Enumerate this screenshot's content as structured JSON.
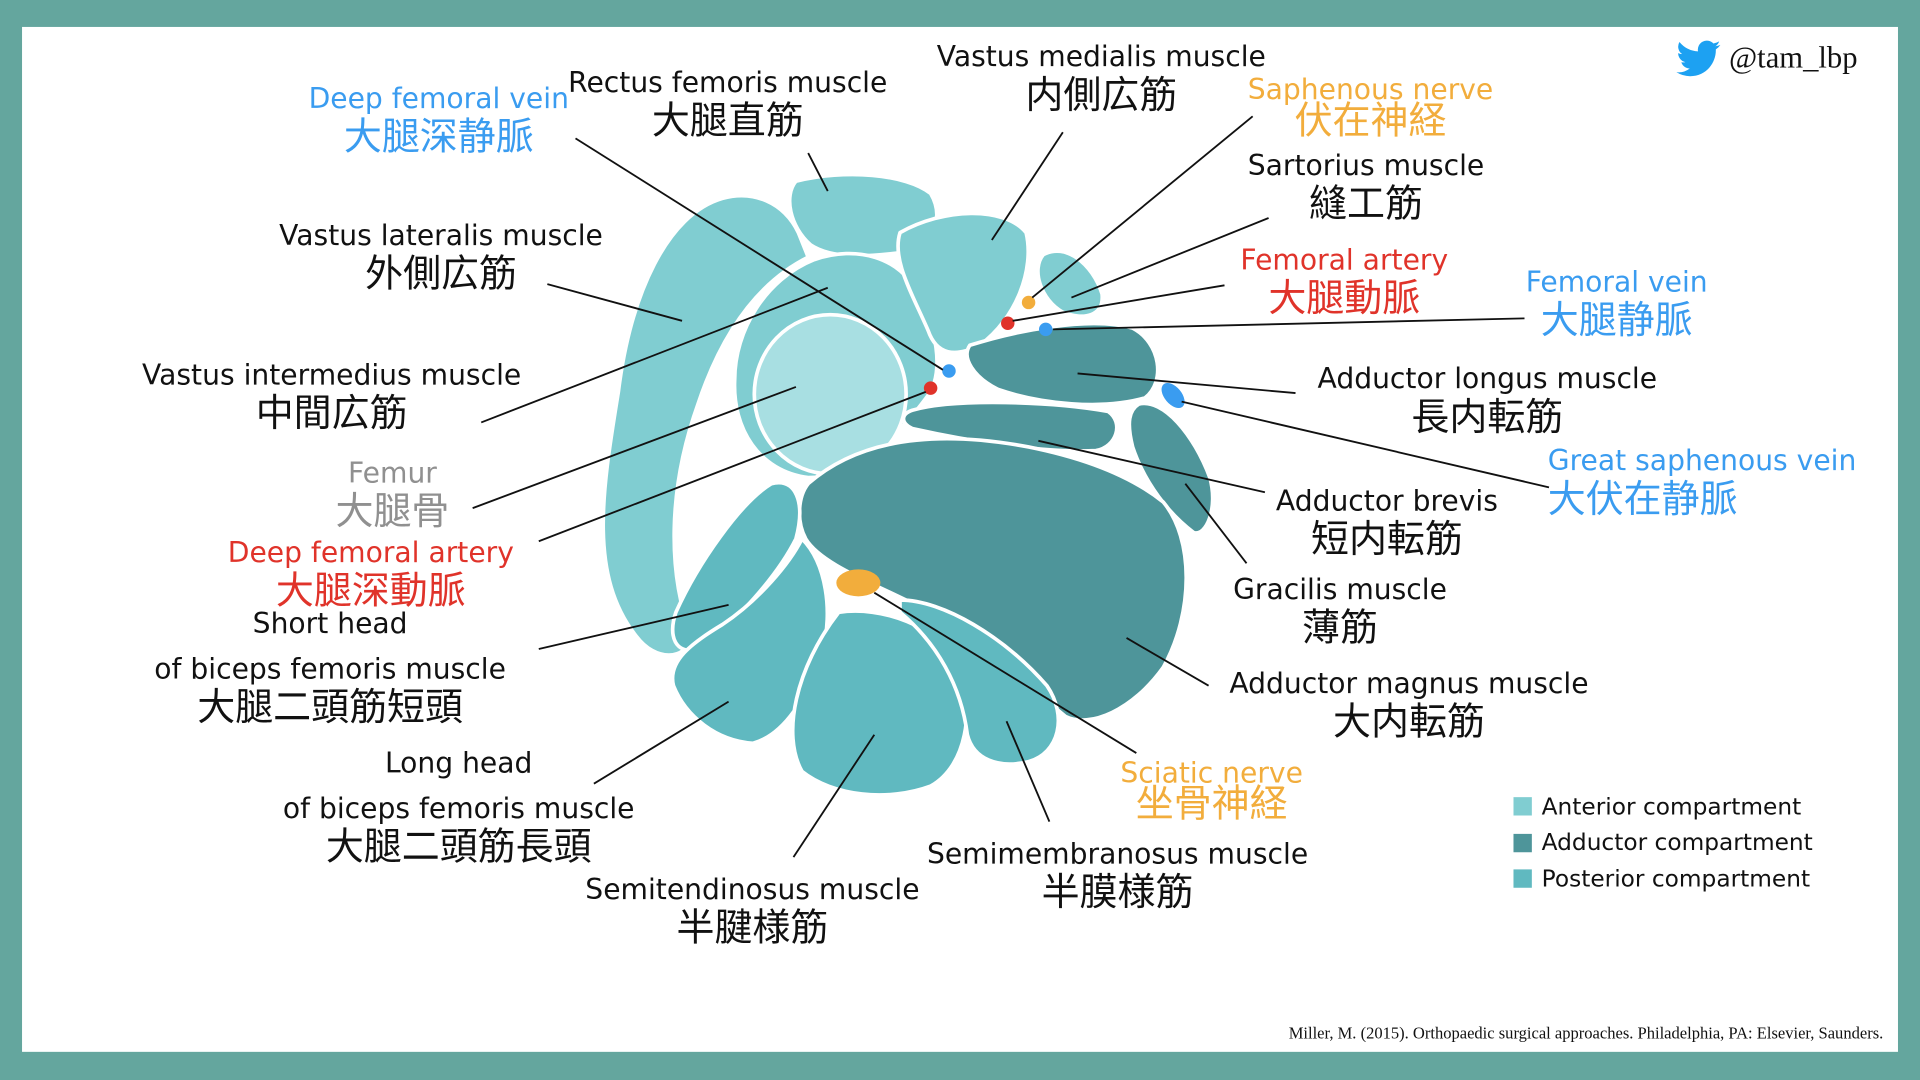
{
  "colors": {
    "anterior": "#80cdd1",
    "adductor": "#4e959a",
    "posterior": "#60b9c0",
    "femur": "#a8dfe2",
    "nerve": "#f2ad3c",
    "artery": "#e0332a",
    "vein": "#3a9cf0",
    "frame": "#64a69e"
  },
  "handle": "@tam_lbp",
  "labels": {
    "deep_femoral_vein": {
      "en": "Deep femoral vein",
      "ja": "大腿深静脈"
    },
    "rectus_femoris": {
      "en": "Rectus femoris muscle",
      "ja": "大腿直筋"
    },
    "vastus_medialis": {
      "en": "Vastus medialis muscle",
      "ja": "内側広筋"
    },
    "saphenous_nerve": {
      "en": "Saphenous nerve",
      "ja": "伏在神経"
    },
    "sartorius": {
      "en": "Sartorius muscle",
      "ja": "縫工筋"
    },
    "femoral_artery": {
      "en": "Femoral artery",
      "ja": "大腿動脈"
    },
    "femoral_vein": {
      "en": "Femoral vein",
      "ja": "大腿静脈"
    },
    "vastus_lateralis": {
      "en": "Vastus lateralis muscle",
      "ja": "外側広筋"
    },
    "vastus_intermedius": {
      "en": "Vastus intermedius muscle",
      "ja": "中間広筋"
    },
    "femur": {
      "en": "Femur",
      "ja": "大腿骨"
    },
    "deep_femoral_artery": {
      "en": "Deep femoral artery",
      "ja": "大腿深動脈"
    },
    "biceps_short": {
      "en1": "Short head",
      "en2": "of biceps femoris muscle",
      "ja": "大腿二頭筋短頭"
    },
    "biceps_long": {
      "en1": "Long head",
      "en2": "of biceps femoris muscle",
      "ja": "大腿二頭筋長頭"
    },
    "semitendinosus": {
      "en": "Semitendinosus muscle",
      "ja": "半腱様筋"
    },
    "semimembranosus": {
      "en": "Semimembranosus muscle",
      "ja": "半膜様筋"
    },
    "sciatic_nerve": {
      "en": "Sciatic nerve",
      "ja": "坐骨神経"
    },
    "adductor_magnus": {
      "en": "Adductor magnus muscle",
      "ja": "大内転筋"
    },
    "gracilis": {
      "en": "Gracilis muscle",
      "ja": "薄筋"
    },
    "adductor_brevis": {
      "en": "Adductor brevis",
      "ja": "短内転筋"
    },
    "great_saphenous_vein": {
      "en": "Great saphenous vein",
      "ja": "大伏在静脈"
    },
    "adductor_longus": {
      "en": "Adductor longus muscle",
      "ja": "長内転筋"
    }
  },
  "legend": [
    {
      "label": "Anterior compartment",
      "color": "#80cdd1"
    },
    {
      "label": "Adductor compartment",
      "color": "#4e959a"
    },
    {
      "label": "Posterior compartment",
      "color": "#60b9c0"
    }
  ],
  "citation": "Miller, M. (2015). Orthopaedic surgical approaches. Philadelphia, PA: Elsevier, Saunders."
}
